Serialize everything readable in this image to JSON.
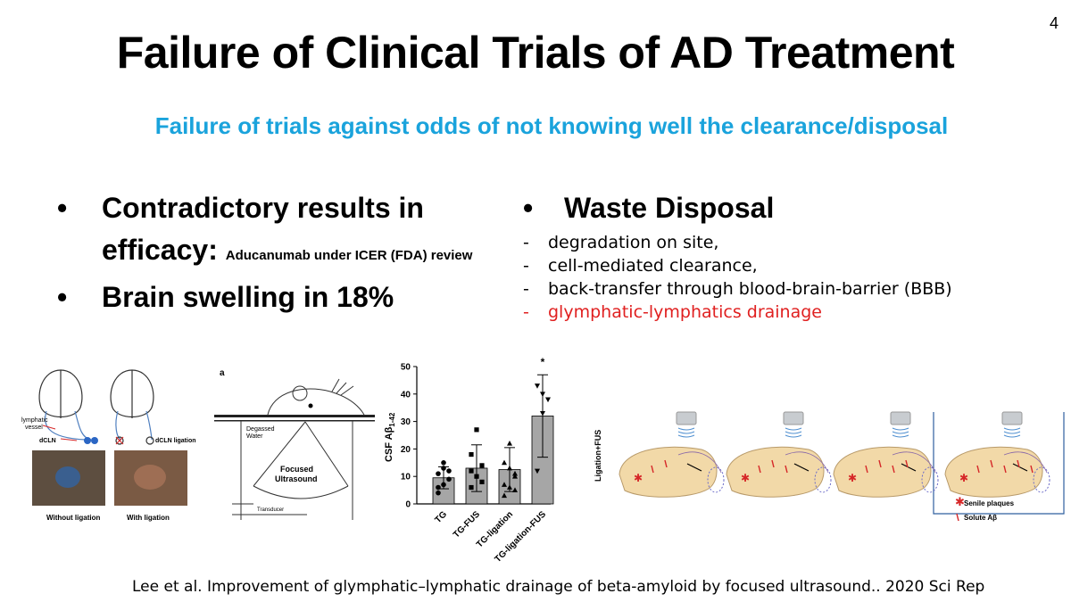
{
  "page_number": "4",
  "title": "Failure of Clinical Trials of AD Treatment",
  "subtitle": "Failure of trials against odds of not knowing well the clearance/disposal",
  "left_bullets": {
    "item1_line1": "Contradictory results in",
    "item1_line2": "efficacy:",
    "item1_note": "Aducanumab under ICER (FDA) review",
    "item2": "Brain swelling in 18%"
  },
  "waste_disposal": {
    "heading": "Waste Disposal",
    "items": [
      "degradation on site,",
      "cell-mediated clearance,",
      "back-transfer through blood-brain-barrier (BBB)",
      "glymphatic-lymphatics drainage"
    ],
    "highlight_color": "#e02020"
  },
  "figure_a": {
    "lymphatic_label": "lymphatic",
    "vessel_label": "vessel",
    "dcln_label": "dCLN",
    "dcln_ligation_label": "dCLN ligation",
    "without_ligation": "Without ligation",
    "with_ligation": "With ligation"
  },
  "figure_b": {
    "panel_label": "a",
    "degassed": "Degassed",
    "water": "Water",
    "focused": "Focused",
    "ultrasound": "Ultrasound",
    "transducer": "Transducer"
  },
  "chart_data": {
    "type": "bar",
    "ylabel_main": "CSF Aβ",
    "ylabel_sub": "1-42",
    "ylim": [
      0,
      50
    ],
    "yticks": [
      "0",
      "10",
      "20",
      "30",
      "40",
      "50"
    ],
    "categories": [
      "TG",
      "TG-FUS",
      "TG-ligation",
      "TG-ligation-FUS"
    ],
    "values": [
      9.5,
      13,
      12.5,
      32
    ],
    "errors": [
      4,
      8.5,
      8,
      15
    ],
    "significance": "*",
    "bar_color": "#a6a6a6",
    "points": [
      [
        4,
        7,
        9,
        6,
        15,
        12,
        11,
        13
      ],
      [
        6,
        10,
        14,
        18,
        27,
        8,
        12
      ],
      [
        3,
        6,
        10,
        15,
        22,
        11,
        7,
        13,
        5
      ],
      [
        12,
        33,
        38,
        43,
        40
      ]
    ],
    "point_shapes": [
      "circle",
      "square",
      "triangle",
      "inverted-triangle"
    ]
  },
  "figure_d": {
    "side_label": "Ligation+FUS",
    "legend_plaques": "Senile plaques",
    "legend_solute": "Solute Aβ",
    "plaque_color": "#d62728"
  },
  "citation": "Lee et al. Improvement of glymphatic–lymphatic drainage of beta-amyloid by focused ultrasound.. 2020 Sci Rep"
}
